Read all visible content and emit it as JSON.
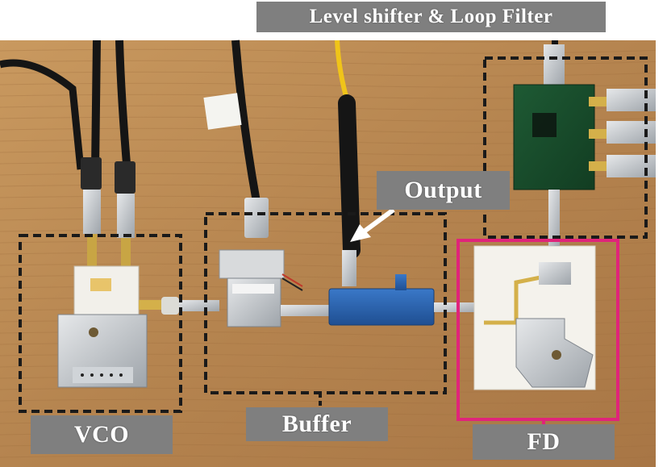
{
  "labels": {
    "title": "Level shifter & Loop Filter",
    "output": "Output",
    "vco": "VCO",
    "buffer": "Buffer",
    "fd": "FD"
  },
  "colors": {
    "label_bg": "#7f7f7f",
    "label_text": "#ffffff",
    "dashed_box": "#1a1a1a",
    "fd_box": "#e0247a",
    "arrow": "#ffffff",
    "table_wood": "#b98a55"
  }
}
